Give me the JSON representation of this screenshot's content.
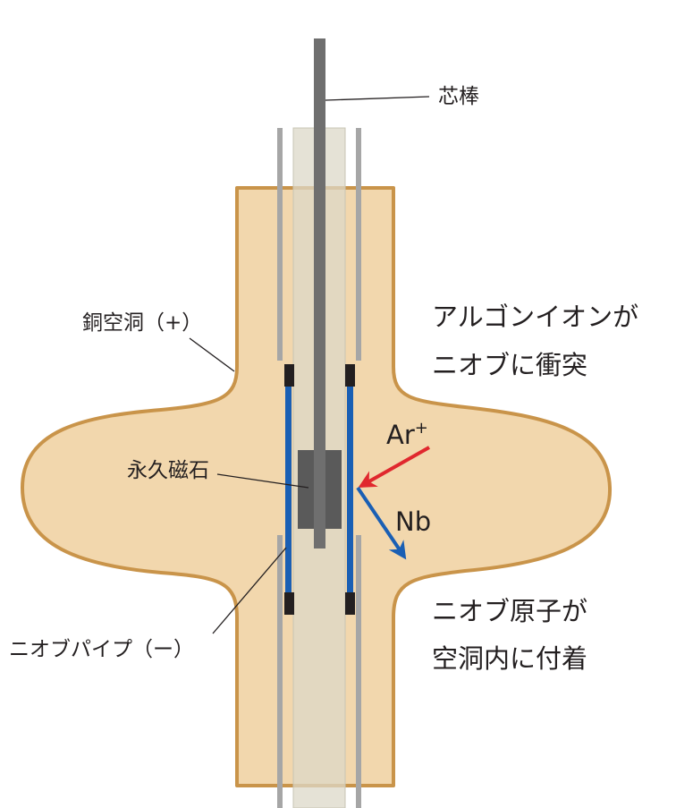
{
  "labels": {
    "core_rod": "芯棒",
    "copper_cavity": "銅空洞（+）",
    "permanent_magnet": "永久磁石",
    "niobium_pipe": "ニオブパイプ（ー）",
    "argon_ion": "Ar",
    "argon_ion_sup": "+",
    "niobium": "Nb",
    "note_collision_line1": "アルゴンイオンが",
    "note_collision_line2": "ニオブに衝突",
    "note_deposit_line1": "ニオブ原子が",
    "note_deposit_line2": "空洞内に付着"
  },
  "colors": {
    "cavity_fill": "#f2d7ad",
    "cavity_stroke": "#c9944a",
    "glass_tube": "#dcd8c8",
    "rod": "#6f6f6f",
    "magnet": "#5a5a5a",
    "niobium_pipe": "#1a5fb4",
    "argon_arrow": "#e0282e",
    "niobium_arrow": "#1a5fb4",
    "outer_lines": "#a6a6a6",
    "seal": "#231f20"
  }
}
